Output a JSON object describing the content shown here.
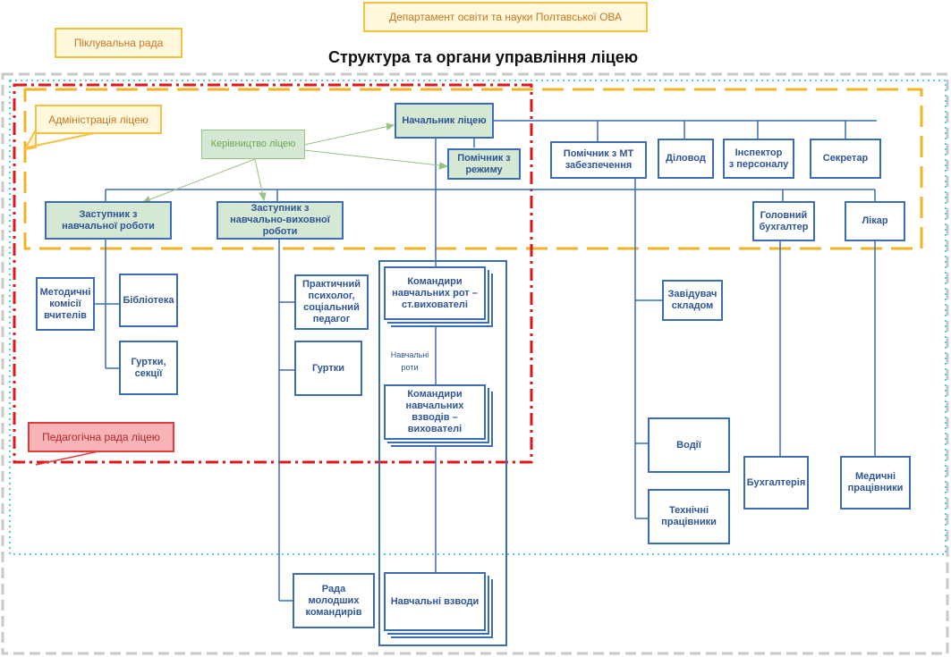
{
  "title": "Структура та органи управління ліцею",
  "labels": {
    "department": "Департамент освіти та науки Полтавської ОВА",
    "trustees": "Піклувальна рада",
    "administration": "Адміністрація ліцею",
    "pedagogical_council": "Педагогічна рада ліцею",
    "leadership": "Керівництво ліцею"
  },
  "boxes": {
    "head": "Начальник ліцею",
    "regime_assistant": "Помічник з\nрежиму",
    "mt_assistant": "Помічник з МТ\nзабезпечення",
    "clerk": "Діловод",
    "hr_inspector": "Інспектор\nз персоналу",
    "secretary": "Секретар",
    "deputy_education": "Заступник з\nнавчальної роботи",
    "deputy_upbringing": "Заступник з\nнавчально-виховної\nроботи",
    "chief_accountant": "Головний\nбухгалтер",
    "doctor": "Лікар",
    "method_commissions": "Методичні\nкомісії\nвчителів",
    "library": "Бібліотека",
    "clubs_sections": "Гуртки,\nсекції",
    "psychologist": "Практичний\nпсихолог,\nсоціальний\nпедагог",
    "clubs": "Гуртки",
    "junior_council": "Рада\nмолодших\nкомандирів",
    "company_commanders": "Командири\nнавчальних рот –\nст.вихователі",
    "platoon_commanders": "Командири\nнавчальних\nвзводів –\nвихователі",
    "training_platoons": "Навчальні взводи",
    "warehouse_head": "Завідувач\nскладом",
    "drivers": "Водії",
    "technical_staff": "Технічні\nпрацівники",
    "accounting": "Бухгалтерія",
    "medical_staff": "Медичні\nпрацівники"
  },
  "notes": {
    "training_companies": "Навчальні\nроти"
  },
  "colors": {
    "box_border": "#3b6db5",
    "box_text": "#2e5597",
    "green_fill": "#d5e8d4",
    "admin_dash": "#f0b429",
    "red_dash": "#e0161b",
    "outer_dash": "#c8c8c8",
    "cyan_dots": "#4fd0e0"
  }
}
